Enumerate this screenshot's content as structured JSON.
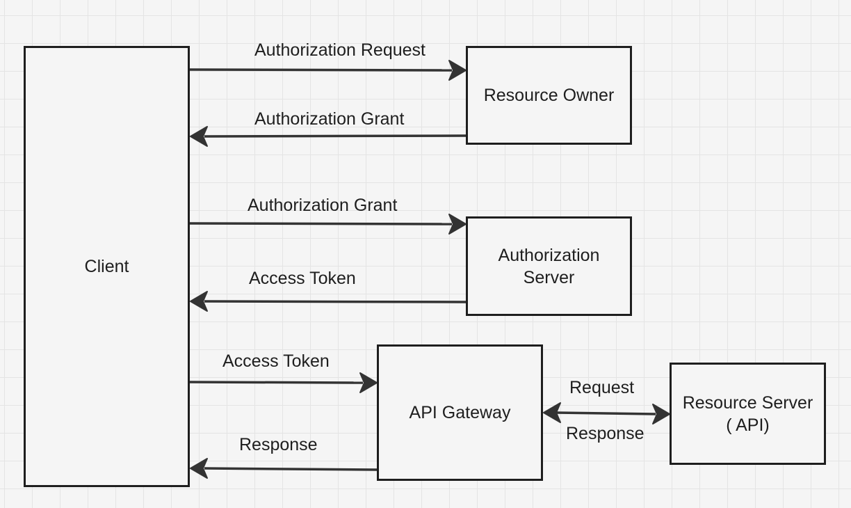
{
  "nodes": {
    "client": "Client",
    "resource_owner": "Resource Owner",
    "authorization_server": "Authorization\nServer",
    "api_gateway": "API Gateway",
    "resource_server": "Resource Server\n( API)"
  },
  "edges": {
    "client_to_owner": "Authorization Request",
    "owner_to_client": "Authorization Grant",
    "client_to_auth": "Authorization Grant",
    "auth_to_client": "Access Token",
    "client_to_gateway": "Access Token",
    "gateway_to_client": "Response",
    "gateway_server_request": "Request",
    "gateway_server_response": "Response"
  },
  "colors": {
    "stroke": "#1e1e1e",
    "arrow": "#333333",
    "canvas": "#f5f5f5",
    "grid": "#e4e4e4"
  }
}
